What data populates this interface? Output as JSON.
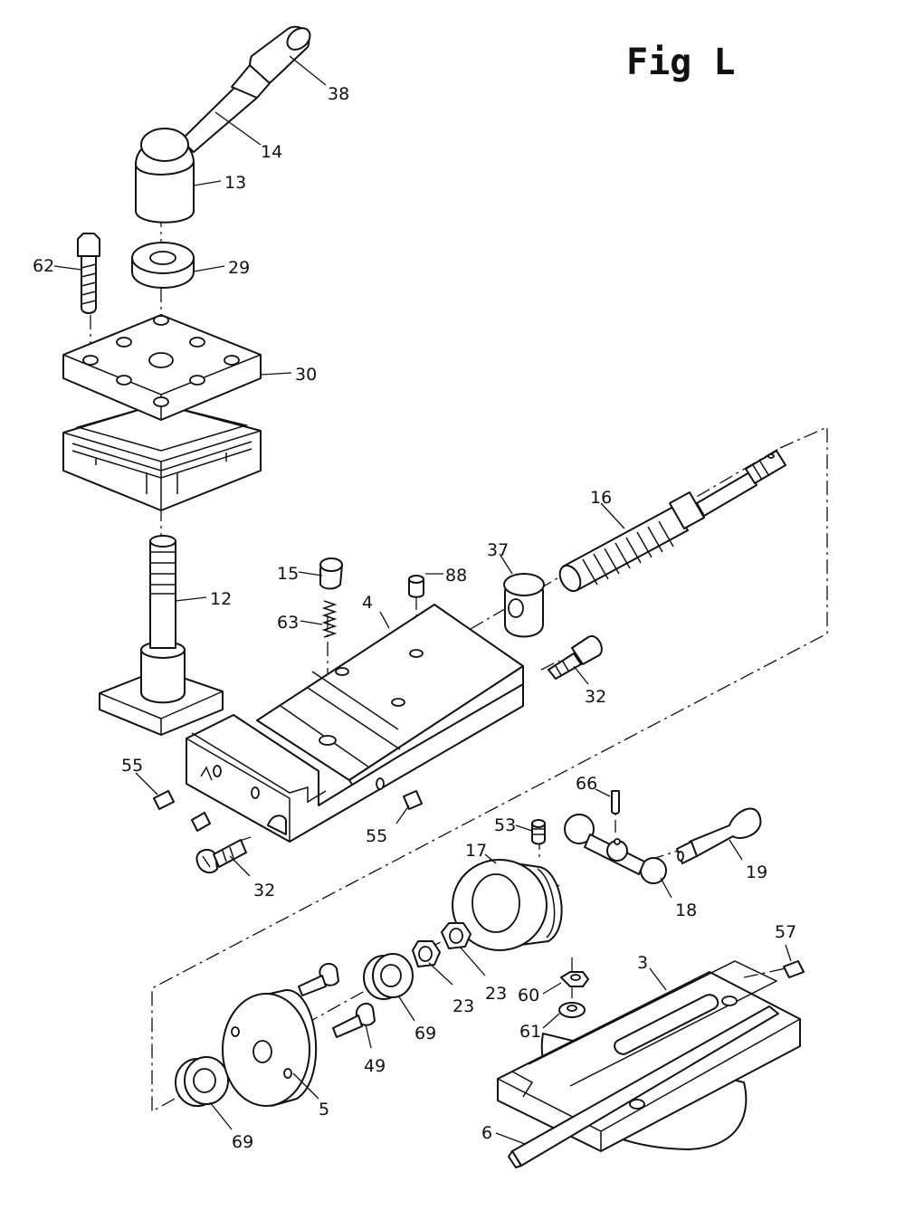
{
  "title": "Fig L",
  "callouts": {
    "p38": "38",
    "p14": "14",
    "p13": "13",
    "p62": "62",
    "p29": "29",
    "p30": "30",
    "p16": "16",
    "p37": "37",
    "p15": "15",
    "p88": "88",
    "p4": "4",
    "p63": "63",
    "p12": "12",
    "p32a": "32",
    "p55a": "55",
    "p55b": "55",
    "p32b": "32",
    "p66": "66",
    "p53": "53",
    "p17": "17",
    "p19": "19",
    "p18": "18",
    "p57": "57",
    "p3": "3",
    "p60": "60",
    "p61": "61",
    "p23a": "23",
    "p23b": "23",
    "p69a": "69",
    "p49": "49",
    "p5": "5",
    "p69b": "69",
    "p6": "6"
  }
}
